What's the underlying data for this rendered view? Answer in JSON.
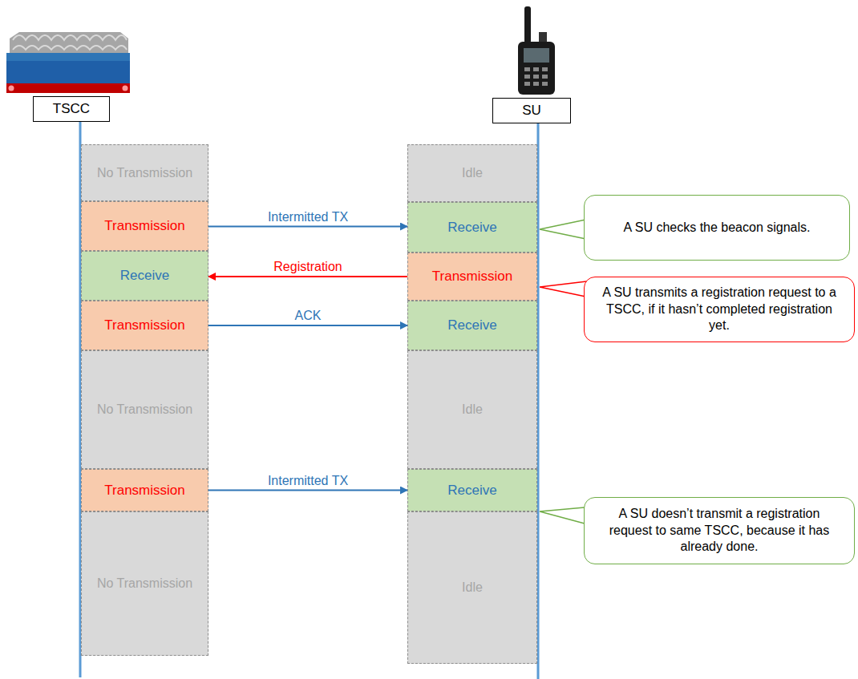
{
  "diagram": {
    "nodes": [
      {
        "text": [
          "TSCC"
        ]
      },
      {
        "text": [
          "SU"
        ]
      },
      {
        "text": [
          "No Transmission"
        ]
      },
      {
        "text": [
          "Transmission"
        ]
      },
      {
        "text": [
          "Receive"
        ]
      },
      {
        "text": [
          "Transmission"
        ]
      },
      {
        "text": [
          "No Transmission"
        ]
      },
      {
        "text": [
          "Transmission"
        ]
      },
      {
        "text": [
          "No Transmission"
        ]
      },
      {
        "text": [
          "Idle"
        ]
      },
      {
        "text": [
          "Receive"
        ]
      },
      {
        "text": [
          "Transmission"
        ]
      },
      {
        "text": [
          "Receive"
        ]
      },
      {
        "text": [
          "Idle"
        ]
      },
      {
        "text": [
          "Receive"
        ]
      },
      {
        "text": [
          "Idle"
        ]
      },
      {
        "text": [
          "A SU checks the beacon signals."
        ]
      },
      {
        "text": [
          "A SU transmits a registration request to a TSCC, if it hasn’t completed registration yet."
        ]
      },
      {
        "text": [
          "A SU doesn’t transmit a registration request to same TSCC, because it has already done."
        ]
      }
    ],
    "edges": [
      {
        "from": 3,
        "to": 10,
        "arrow": "to",
        "label": "Intermitted TX"
      },
      {
        "from": 11,
        "to": 4,
        "arrow": "to",
        "label": "Registration"
      },
      {
        "from": 5,
        "to": 12,
        "arrow": "to",
        "label": "ACK"
      },
      {
        "from": 7,
        "to": 14,
        "arrow": "to",
        "label": "Intermitted TX"
      }
    ]
  }
}
